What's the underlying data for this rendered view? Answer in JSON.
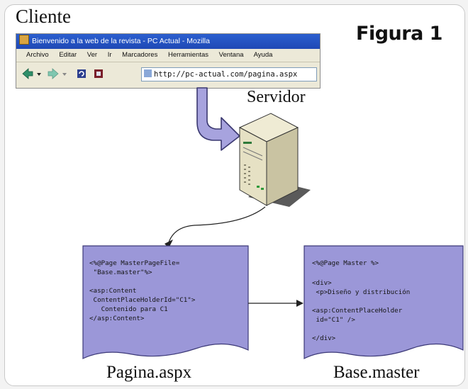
{
  "labels": {
    "cliente": "Cliente",
    "figura": "Figura 1",
    "servidor": "Servidor"
  },
  "browser": {
    "title": "Bienvenido a la web de la revista - PC Actual - Mozilla",
    "menu": [
      "Archivo",
      "Editar",
      "Ver",
      "Ir",
      "Marcadores",
      "Herramientas",
      "Ventana",
      "Ayuda"
    ],
    "url": "http://pc-actual.com/pagina.aspx",
    "nav_icons": [
      "back-arrow-icon",
      "forward-arrow-icon",
      "reload-icon",
      "stop-icon"
    ]
  },
  "documents": {
    "pagina": {
      "line1": "<%@Page MasterPageFile=",
      "line2": " \"Base.master\"%>",
      "line3": "<asp:Content",
      "line4": " ContentPlaceHolderId=\"C1\">",
      "line5": "   Contenido para C1",
      "line6": "</asp:Content>",
      "caption": "Pagina.aspx"
    },
    "base": {
      "line1": "<%@Page Master %>",
      "line2": "<div>",
      "line3": " <p>Diseño y distribución",
      "line4": "<asp:ContentPlaceHolder",
      "line5": " id=\"C1\" />",
      "line6": "</div>",
      "caption": "Base.master"
    }
  },
  "colors": {
    "document_fill": "#9b97d8",
    "arrow_fill": "#a7a3de",
    "title_bar": "#2455c4",
    "server_body": "#e8e3c8"
  }
}
